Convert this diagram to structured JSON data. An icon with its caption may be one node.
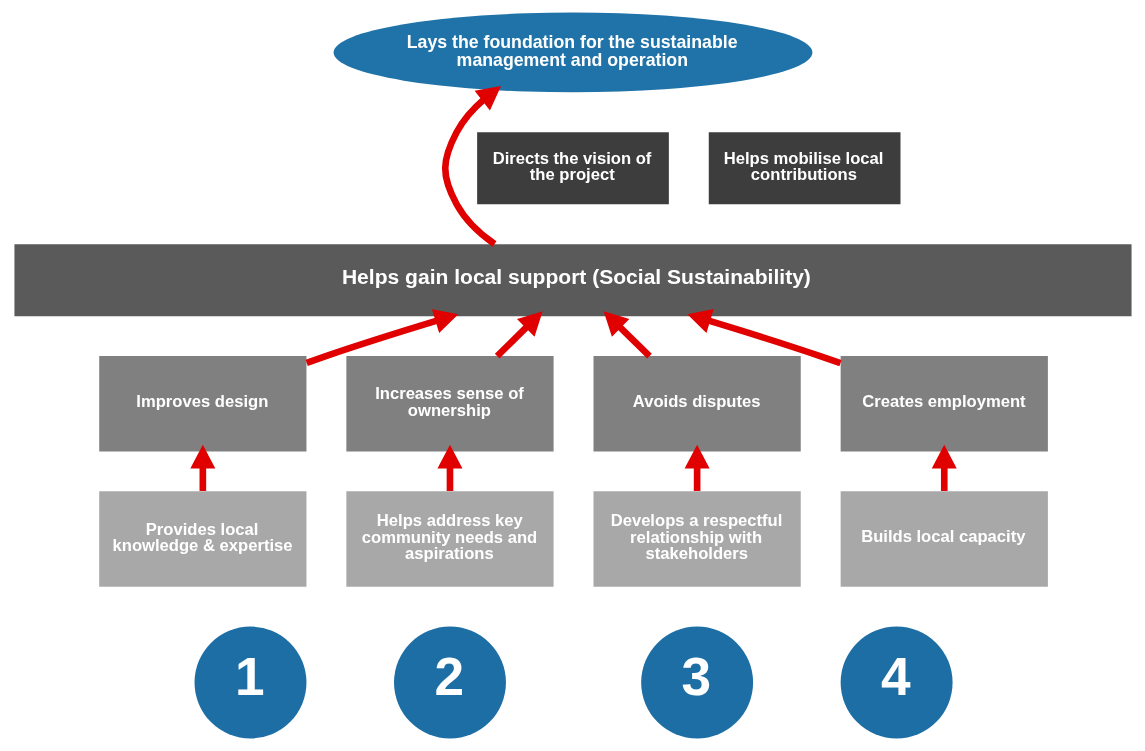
{
  "diagram": {
    "nodes": [
      {
        "text": [
          "Lays the foundation for the sustainable management and operation"
        ]
      },
      {
        "text": [
          "Directs the vision of the project"
        ]
      },
      {
        "text": [
          "Helps mobilise local contributions"
        ]
      },
      {
        "text": [
          "Helps gain local support (Social Sustainability)"
        ]
      },
      {
        "text": [
          "Improves design"
        ]
      },
      {
        "text": [
          "Increases sense of ownership"
        ]
      },
      {
        "text": [
          "Avoids disputes"
        ]
      },
      {
        "text": [
          "Creates employment"
        ]
      },
      {
        "text": [
          "Provides local knowledge & expertise"
        ]
      },
      {
        "text": [
          "Helps address key community needs and aspirations"
        ]
      },
      {
        "text": [
          "Develops a respectful relationship with stakeholders"
        ]
      },
      {
        "text": [
          "Builds local capacity"
        ]
      },
      {
        "text": [
          "1"
        ]
      },
      {
        "text": [
          "2"
        ]
      },
      {
        "text": [
          "3"
        ]
      },
      {
        "text": [
          "4"
        ]
      }
    ],
    "edges": [
      {
        "from": 8,
        "to": 4,
        "arrow": "to"
      },
      {
        "from": 9,
        "to": 5,
        "arrow": "to"
      },
      {
        "from": 10,
        "to": 6,
        "arrow": "to"
      },
      {
        "from": 11,
        "to": 7,
        "arrow": "to"
      },
      {
        "from": 4,
        "to": 3,
        "arrow": "to"
      },
      {
        "from": 5,
        "to": 3,
        "arrow": "to"
      },
      {
        "from": 6,
        "to": 3,
        "arrow": "to"
      },
      {
        "from": 7,
        "to": 3,
        "arrow": "to"
      },
      {
        "from": 3,
        "to": 0,
        "arrow": "to"
      }
    ]
  }
}
